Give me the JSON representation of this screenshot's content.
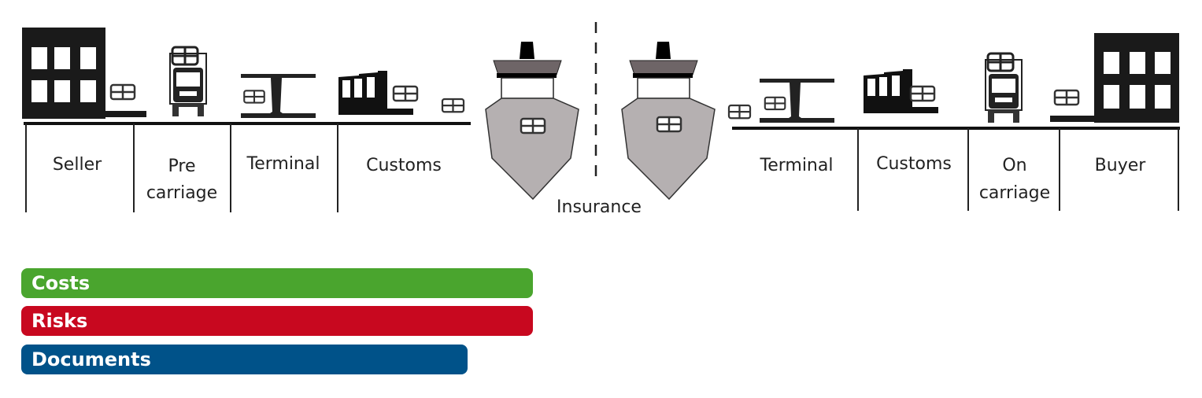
{
  "diagram": {
    "title": "",
    "left_stages": [
      {
        "id": "seller",
        "label_lines": [
          "Seller"
        ],
        "icon": "office-building-icon"
      },
      {
        "id": "pre-carriage",
        "label_lines": [
          "Pre",
          "carriage"
        ],
        "icon": "truck-icon"
      },
      {
        "id": "terminal",
        "label_lines": [
          "Terminal"
        ],
        "icon": "terminal-crane-icon"
      },
      {
        "id": "customs",
        "label_lines": [
          "Customs"
        ],
        "icon": "customs-building-icon"
      }
    ],
    "center": {
      "label": "Insurance",
      "icons": [
        "ship-icon",
        "ship-icon"
      ],
      "divider": "dashed"
    },
    "right_stages": [
      {
        "id": "terminal",
        "label_lines": [
          "Terminal"
        ],
        "icon": "terminal-crane-icon"
      },
      {
        "id": "customs",
        "label_lines": [
          "Customs"
        ],
        "icon": "customs-building-icon"
      },
      {
        "id": "on-carriage",
        "label_lines": [
          "On",
          "carriage"
        ],
        "icon": "truck-icon"
      },
      {
        "id": "buyer",
        "label_lines": [
          "Buyer"
        ],
        "icon": "office-building-icon"
      }
    ]
  },
  "legend_bars": [
    {
      "label": "Costs",
      "color": "#4aa52e",
      "extent": "through main carriage to the midpoint (insurance)"
    },
    {
      "label": "Risks",
      "color": "#c8081f",
      "extent": "through main carriage to the midpoint (insurance)"
    },
    {
      "label": "Documents",
      "color": "#005289",
      "extent": "ends partway through the first ship"
    }
  ]
}
